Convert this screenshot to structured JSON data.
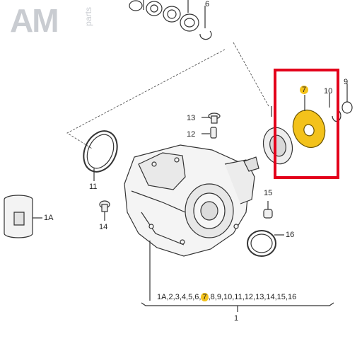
{
  "logo": {
    "brand": "AM",
    "suffix": "parts"
  },
  "callouts": [
    {
      "id": "6",
      "text": "6"
    },
    {
      "id": "7",
      "text": "7",
      "highlight": true
    },
    {
      "id": "9",
      "text": "9"
    },
    {
      "id": "10",
      "text": "10"
    },
    {
      "id": "11",
      "text": "11"
    },
    {
      "id": "12",
      "text": "12"
    },
    {
      "id": "13",
      "text": "13"
    },
    {
      "id": "14",
      "text": "14"
    },
    {
      "id": "15",
      "text": "15"
    },
    {
      "id": "16",
      "text": "16"
    },
    {
      "id": "1A",
      "text": "1A"
    },
    {
      "id": "1",
      "text": "1"
    }
  ],
  "summary": {
    "items": [
      "1A,",
      "2,",
      "3,",
      "4,",
      "5,",
      "6,",
      "7",
      ",8,",
      "9,",
      "10,",
      "11,",
      "12,",
      "13,",
      "14,",
      "15,",
      "16"
    ],
    "highlight_index": 6
  },
  "colors": {
    "highlight": "#f3c21b",
    "frame": "#e3001b",
    "line": "#333333",
    "logo": "#c9ccd1"
  }
}
